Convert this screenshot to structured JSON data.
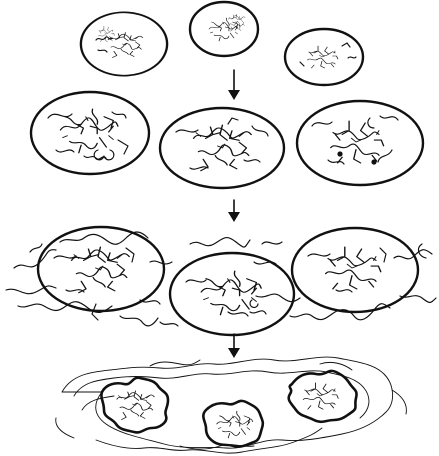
{
  "colors": {
    "ink": "#111111",
    "background": "#ffffff"
  },
  "icons": {
    "arrow": "arrow-down-icon"
  },
  "stages": [
    {
      "name": "stage-1-separate-particles",
      "particle_count": 3
    },
    {
      "name": "stage-2-swollen-particles",
      "particle_count": 3
    },
    {
      "name": "stage-3-particles-in-chain-network",
      "particle_count": 3
    },
    {
      "name": "stage-4-fused-domains-in-matrix",
      "particle_count": 3
    }
  ]
}
